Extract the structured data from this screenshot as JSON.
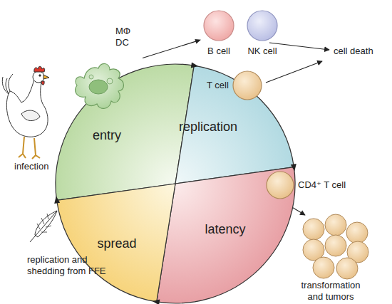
{
  "diagram": {
    "nodes": [
      {
        "text": [
          "entry"
        ]
      },
      {
        "text": [
          "replication"
        ]
      },
      {
        "text": [
          "latency"
        ]
      },
      {
        "text": [
          "spread"
        ]
      },
      {
        "text": [
          "MΦ DC"
        ]
      },
      {
        "text": [
          "B cell"
        ]
      },
      {
        "text": [
          "NK cell"
        ]
      },
      {
        "text": [
          "T cell"
        ]
      },
      {
        "text": [
          "CD4⁺ T cell"
        ]
      }
    ],
    "edges": [
      {
        "from": 4,
        "to": 5,
        "arrow": "to"
      }
    ],
    "labels": [
      "infection",
      "cell death",
      "replication and shedding from FFE",
      "transformation and tumors"
    ]
  }
}
